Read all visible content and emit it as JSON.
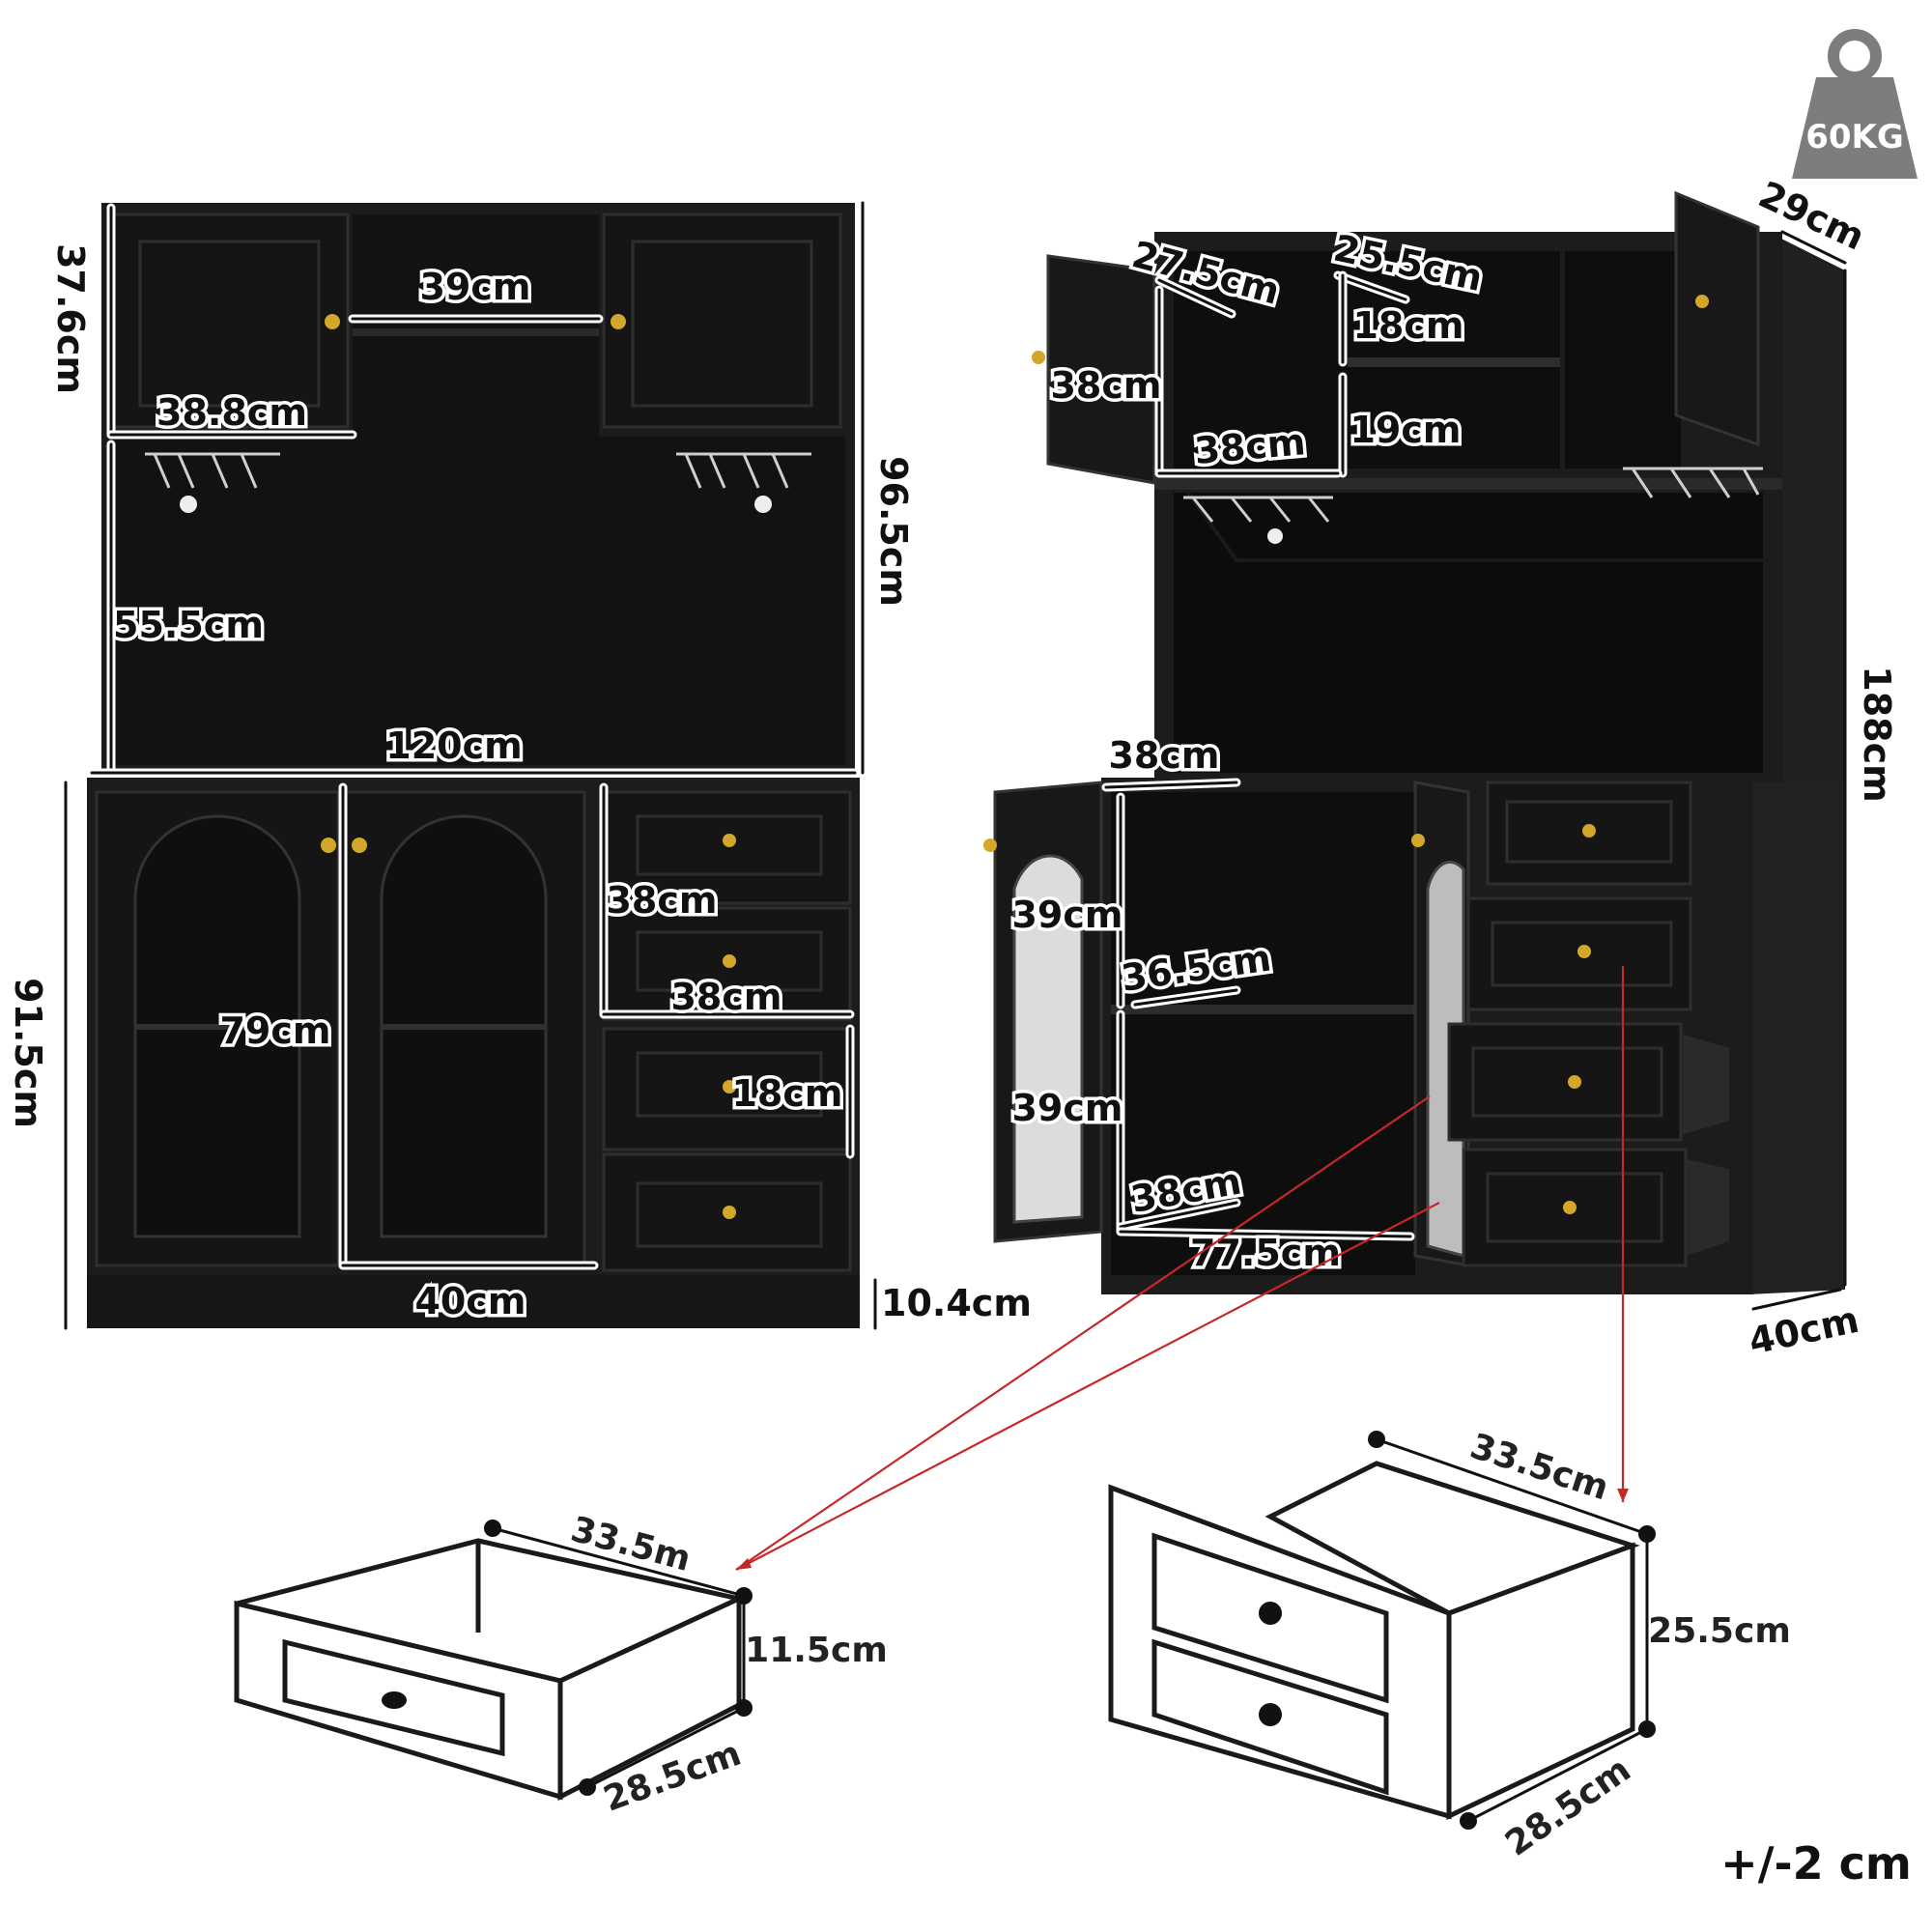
{
  "weight_badge": {
    "label": "60KG"
  },
  "front_view": {
    "upper_width_39": "39cm",
    "upper_height_37_6": "37.6cm",
    "upper_shelf_38_8": "38.8cm",
    "hutch_height_96_5": "96.5cm",
    "open_height_55_5": "55.5cm",
    "total_width_120": "120cm",
    "drawer_h_38_upper": "38cm",
    "drawer_w_38": "38cm",
    "drawer_h_18": "18cm",
    "door_height_79": "79cm",
    "door_width_40": "40cm",
    "base_height_91_5": "91.5cm",
    "plinth_10_4": "10.4cm"
  },
  "side_view": {
    "depth_29": "29cm",
    "upper_27_5": "27.5cm",
    "upper_25_5": "25.5cm",
    "upper_18": "18cm",
    "upper_38_h": "38cm",
    "upper_19": "19cm",
    "upper_38_w": "38cm",
    "total_height_188": "188cm",
    "lower_38_top": "38cm",
    "lower_39_a": "39cm",
    "lower_36_5": "36.5cm",
    "lower_39_b": "39cm",
    "lower_38_bottom": "38cm",
    "lower_77_5": "77.5cm",
    "base_depth_40": "40cm"
  },
  "small_drawer": {
    "width": "33.5m",
    "height": "11.5cm",
    "depth": "28.5cm"
  },
  "large_drawer": {
    "width": "33.5cm",
    "height": "25.5cm",
    "depth": "28.5cm"
  },
  "tolerance": "+/-2 cm",
  "colors": {
    "cabinet": "#1c1c1c",
    "knob": "#d4a62a",
    "leader": "#c62828"
  }
}
